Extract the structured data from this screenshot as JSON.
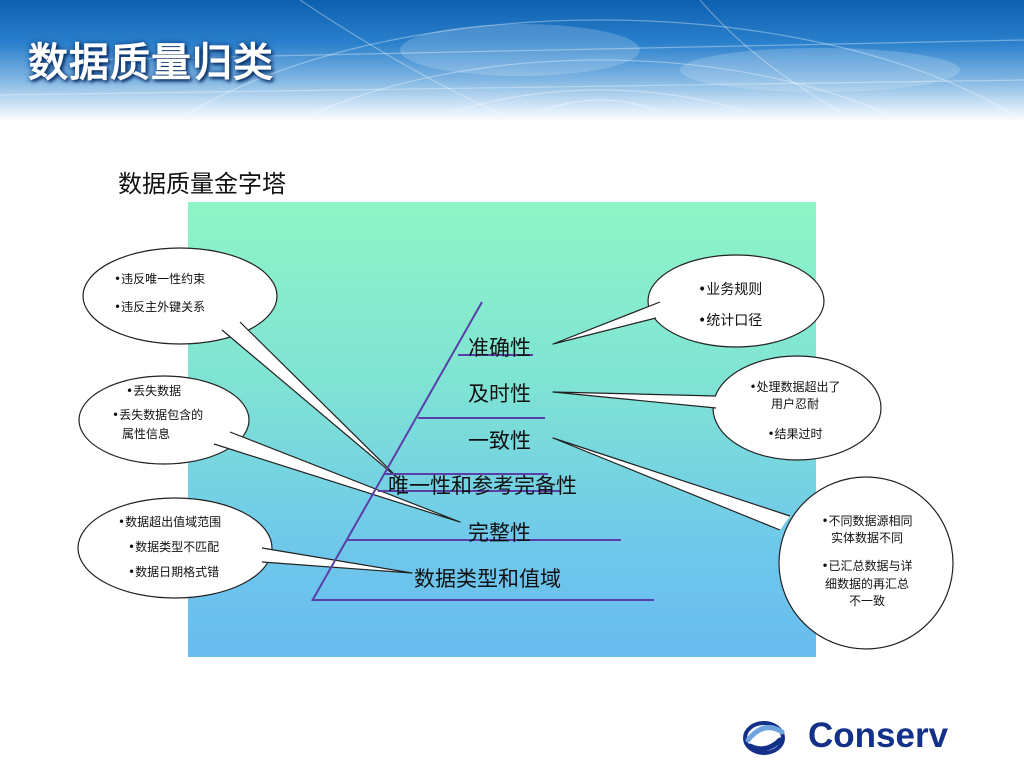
{
  "slide_title": "数据质量归类",
  "diagram_title": "数据质量金字塔",
  "levels": [
    "准确性",
    "及时性",
    "一致性",
    "唯一性和参考完备性",
    "完整性",
    "数据类型和值域"
  ],
  "bubbles": {
    "uniqueness": [
      "•违反唯一性约束",
      "•违反主外键关系"
    ],
    "completeness": [
      "•丢失数据",
      "•丢失数据包含的",
      "属性信息"
    ],
    "domain": [
      "•数据超出值域范围",
      "•数据类型不匹配",
      "•数据日期格式错"
    ],
    "accuracy": [
      "•业务规则",
      "•统计口径"
    ],
    "timeliness": [
      "•处理数据超出了",
      "用户忍耐",
      "•结果过时"
    ],
    "consistency": [
      "•不同数据源相同",
      "实体数据不同",
      "•已汇总数据与详",
      "细数据的再汇总",
      "不一致"
    ]
  },
  "logo": {
    "text": "Conserv",
    "icon": "conserv-logo-icon"
  },
  "colors": {
    "line": "#5a3fa8",
    "logo": "#14318a",
    "panel_top": "#8ef5c6",
    "panel_bottom": "#68bcf0"
  }
}
